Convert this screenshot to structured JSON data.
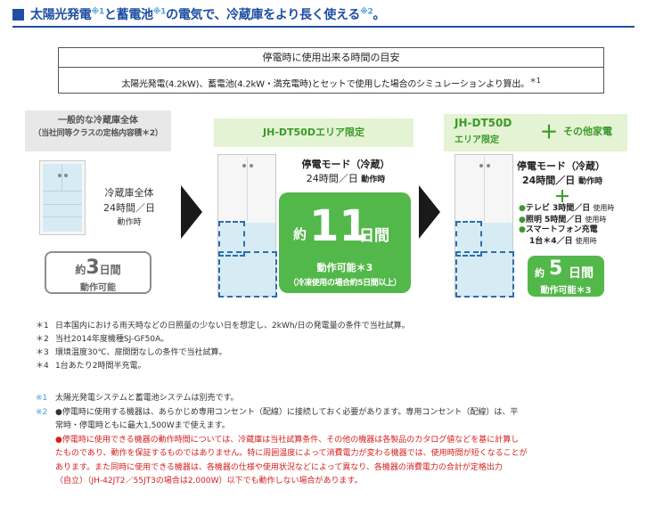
{
  "header": {
    "title_part1": "太陽光発電",
    "sup1": "※1",
    "title_part2": "と蓄電池",
    "sup2": "※1",
    "title_part3": "の電気で、冷蔵庫をより長く使える",
    "sup3": "※2",
    "title_part4": "。"
  },
  "info": {
    "heading": "停電時に使用出来る時間の目安",
    "body": "太陽光発電(4.2kW)、蓄電池(4.2kW・満充電時)とセットで使用した場合のシミュレーションより算出。",
    "body_sup": "＊1"
  },
  "col1": {
    "head_line1": "一般的な冷蔵庫全体",
    "head_line2": "（当社同等クラスの定格内容積＊2）",
    "text_line1": "冷蔵庫全体",
    "text_line2": "24時間／日",
    "text_line3": "動作時",
    "badge_pre": "約",
    "badge_num": "3",
    "badge_unit": "日間",
    "badge_op": "動作可能"
  },
  "col2": {
    "head": "JH-DT50Dエリア限定",
    "mode": "停電モード（冷蔵）",
    "daily": "24時間／日",
    "daily_small": "動作時",
    "badge_pre": "約",
    "badge_num": "11",
    "badge_unit": "日間",
    "badge_op": "動作可能＊3",
    "badge_note": "（冷凍使用の場合約5日間以上）"
  },
  "col3": {
    "head_line1": "JH-DT50D",
    "head_line2": "エリア限定",
    "head_plus": "＋",
    "head_other": "その他家電",
    "mode": "停電モード（冷蔵）",
    "daily": "24時間／日",
    "daily_small": "動作時",
    "plus": "＋",
    "items": [
      {
        "dot": "●",
        "name": "テレビ",
        "hours": "3時間／日",
        "tail": "使用時"
      },
      {
        "dot": "●",
        "name": "照明",
        "hours": "5時間／日",
        "tail": "使用時"
      },
      {
        "dot": "●",
        "name": "スマートフォン充電",
        "hours": "",
        "tail": ""
      }
    ],
    "item3_line2": "1台＊4／日",
    "item3_tail": "使用時",
    "badge_pre": "約",
    "badge_num": "5",
    "badge_unit": "日間",
    "badge_op": "動作可能＊3"
  },
  "footnotes": [
    {
      "mark": "＊1",
      "text": "日本国内における雨天時などの日照量の少ない日を想定し、2kWh/日の発電量の条件で当社試算。"
    },
    {
      "mark": "＊2",
      "text": "当社2014年度機種SJ-GF50A。"
    },
    {
      "mark": "＊3",
      "text": "環境温度30℃、扉開閉なしの条件で当社試算。"
    },
    {
      "mark": "＊4",
      "text": "1台あたり2時間半充電。"
    }
  ],
  "notes": {
    "n1_mark": "※1",
    "n1_text": "太陽光発電システムと蓄電池システムは別売です。",
    "n2_mark": "※2",
    "n2_line1": "●停電時に使用する機器は、あらかじめ専用コンセント（配線）に接続しておく必要があります。専用コンセント（配線）は、平",
    "n2_line2": "常時・停電時ともに最大1,500Wまで使えます。",
    "n2_red1": "●停電時に使用できる機器の動作時間については、冷蔵庫は当社試算条件、その他の機器は各製品のカタログ値などを基に計算し",
    "n2_red2": "たものであり、動作を保証するものではありません。特に周囲温度によって消費電力が変わる機器では、使用時間が短くなることが",
    "n2_red3": "あります。また同時に使用できる機器は、各機器の仕様や使用状況などによって異なり、各機器の消費電力の合計が定格出力",
    "n2_red4": "（自立）（JH-42JT2／55JT3の場合は2,000W）以下でも動作しない場合があります。"
  },
  "colors": {
    "brand_blue": "#1e4fa3",
    "green": "#53b84a",
    "green_text": "#3a9a2a",
    "red": "#d62020"
  }
}
